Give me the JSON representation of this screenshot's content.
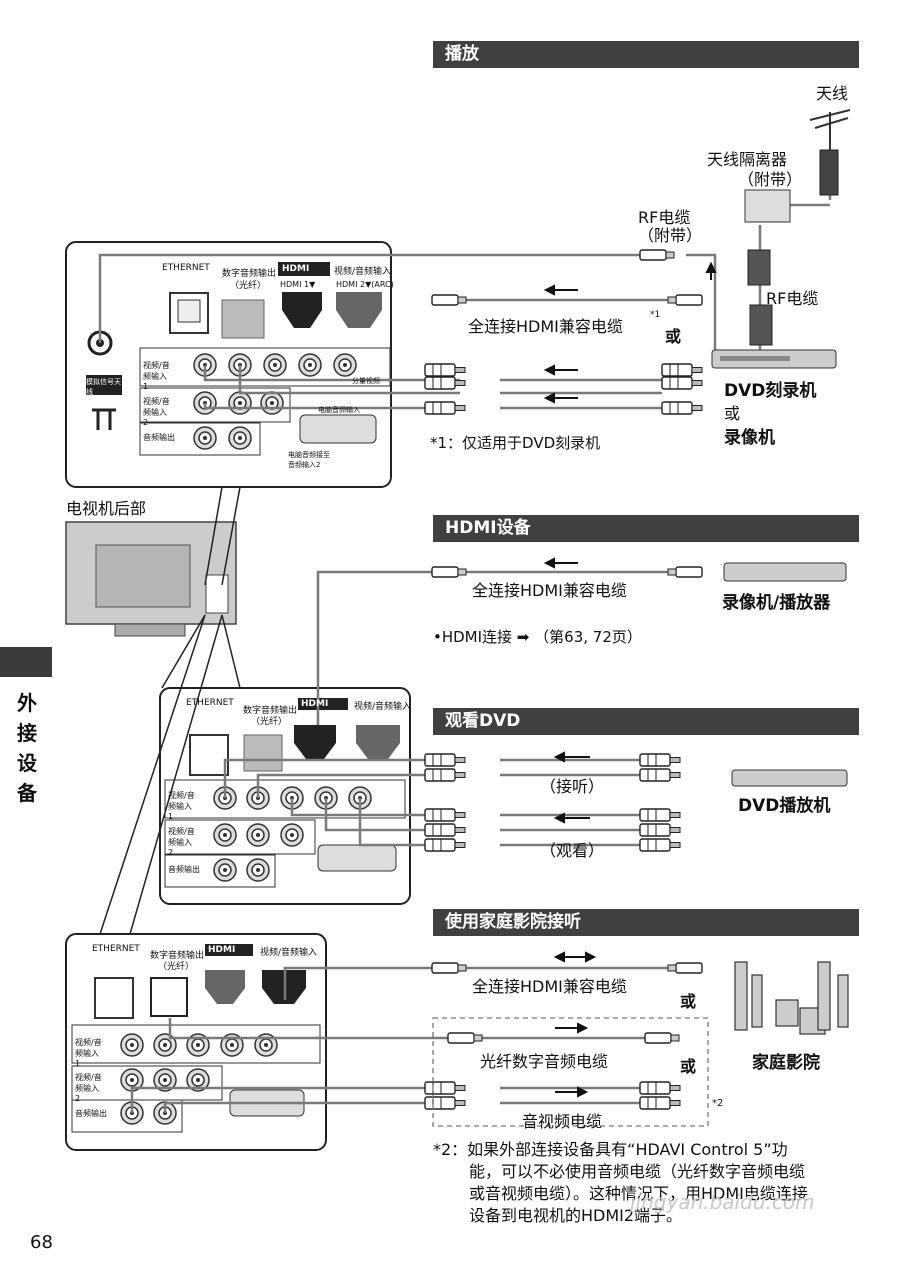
{
  "sections": {
    "playback": "播放",
    "hdmi_device": "HDMI设备",
    "watch_dvd": "观看DVD",
    "home_theater": "使用家庭影院接听"
  },
  "side_tab": [
    "外",
    "接",
    "设",
    "备"
  ],
  "page_number": "68",
  "watermark": "jingyan.baidu.com",
  "tv_back": "电视机后部",
  "playback": {
    "antenna": "天线",
    "splitter": "天线隔离器",
    "splitter_sub": "（附带）",
    "rf_cable": "RF电缆",
    "rf_cable_sub": "（附带）",
    "rf_cable2": "RF电缆",
    "hdmi_cable": "全连接HDMI兼容电缆",
    "hdmi_note_mark": "*1",
    "or1": "或",
    "dvd_recorder": "DVD刻录机",
    "or2": "或",
    "vcr": "录像机",
    "note1": "*1：仅适用于DVD刻录机"
  },
  "hdmi_device": {
    "hdmi_cable": "全连接HDMI兼容电缆",
    "device": "录像机/播放器",
    "note": "•HDMI连接 ➡ （第63, 72页）"
  },
  "watch_dvd": {
    "listen": "（接听）",
    "watch": "（观看）",
    "device": "DVD播放机"
  },
  "home_theater": {
    "hdmi_cable": "全连接HDMI兼容电缆",
    "or1": "或",
    "optical_cable": "光纤数字音频电缆",
    "or2": "或",
    "av_cable": "音视频电缆",
    "mark2": "*2",
    "device": "家庭影院",
    "note2_l1": "*2：如果外部连接设备具有“HDAVI Control 5”功",
    "note2_l2": "能，可以不必使用音频电缆（光纤数字音频电缆",
    "note2_l3": "或音视频电缆）。这种情况下，用HDMI电缆连接",
    "note2_l4": "设备到电视机的HDMI2端子。"
  },
  "panel_labels": {
    "ethernet": "ETHERNET",
    "digital_out": "数字音频输出",
    "digital_out_sub": "（光纤）",
    "hdmi_logo": "HDMI",
    "av_in": "视频/音频输入",
    "hdmi1": "HDMI 1▼",
    "hdmi2": "HDMI 2▼(ARC)",
    "av1": "视频/音频输入 1",
    "av2": "视频/音频输入 2",
    "audio_out": "音频输出",
    "component": "分量视频",
    "pc_in": "电脑音频输入",
    "analog_ant": "模拟信号天线",
    "pc_note": "电脑音频接至音频输入2"
  },
  "colors": {
    "bar": "#404040",
    "text": "#111111",
    "cable": "#7a7a7a"
  }
}
